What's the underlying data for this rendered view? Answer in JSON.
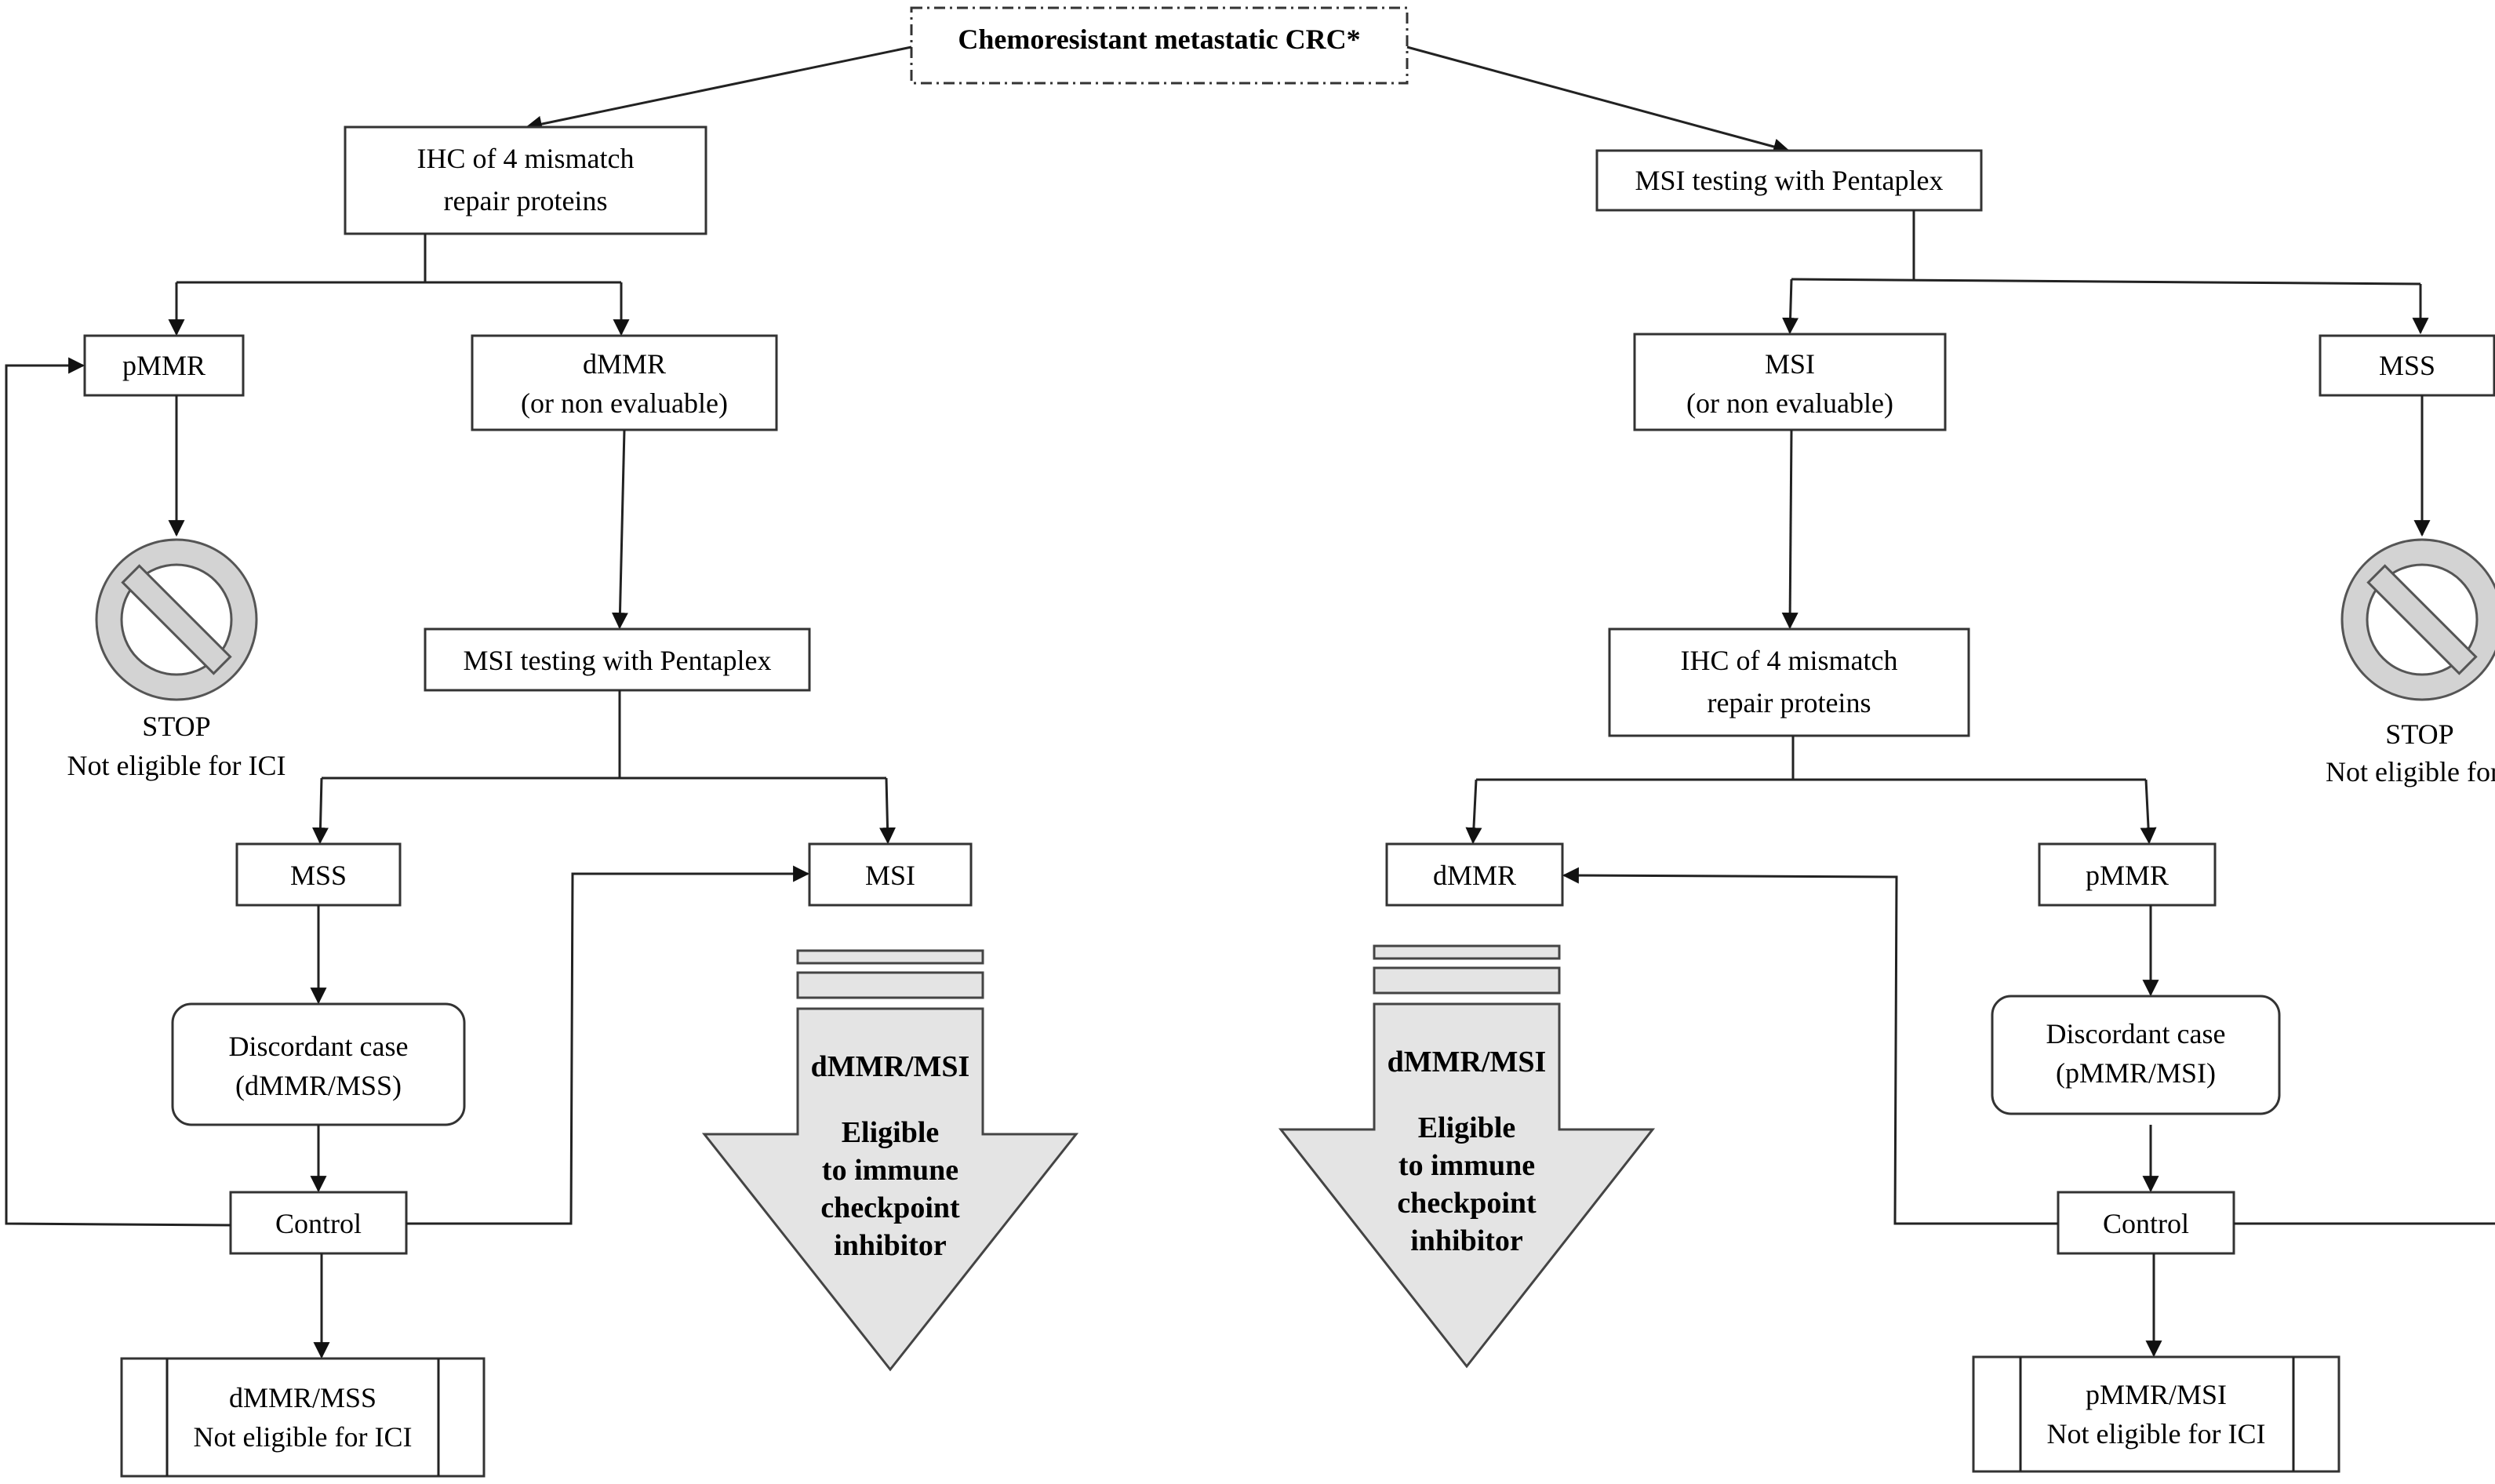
{
  "top": {
    "label": "Chemoresistant metastatic CRC*"
  },
  "left": {
    "ihc": [
      "IHC of 4 mismatch",
      "repair proteins"
    ],
    "pmmr": "pMMR",
    "dmmr": [
      "dMMR",
      "(or non evaluable)"
    ],
    "stop": [
      "STOP",
      "Not eligible  for ICI"
    ],
    "msi_testing": "MSI testing with Pentaplex",
    "mss": "MSS",
    "msi": "MSI",
    "discordant": [
      "Discordant case",
      "(dMMR/MSS)"
    ],
    "control": "Control",
    "final": [
      "dMMR/MSS",
      "Not eligible  for ICI"
    ],
    "eligible": [
      "dMMR/MSI",
      "Eligible",
      "to immune",
      "checkpoint",
      "inhibitor"
    ]
  },
  "right": {
    "msi_testing": "MSI testing with Pentaplex",
    "msi": [
      "MSI",
      "(or non evaluable)"
    ],
    "mss": "MSS",
    "stop": [
      "STOP",
      "Not eligible  for"
    ],
    "ihc": [
      "IHC of 4 mismatch",
      "repair proteins"
    ],
    "dmmr": "dMMR",
    "pmmr": "pMMR",
    "discordant": [
      "Discordant case",
      "(pMMR/MSI)"
    ],
    "control": "Control",
    "final": [
      "pMMR/MSI",
      "Not eligible  for ICI"
    ],
    "eligible": [
      "dMMR/MSI",
      "Eligible",
      "to immune",
      "checkpoint",
      "inhibitor"
    ]
  },
  "colors": {
    "arrow_fill": "#e4e4e4",
    "stop_fill": "#d3d3d3",
    "line": "#222222"
  }
}
